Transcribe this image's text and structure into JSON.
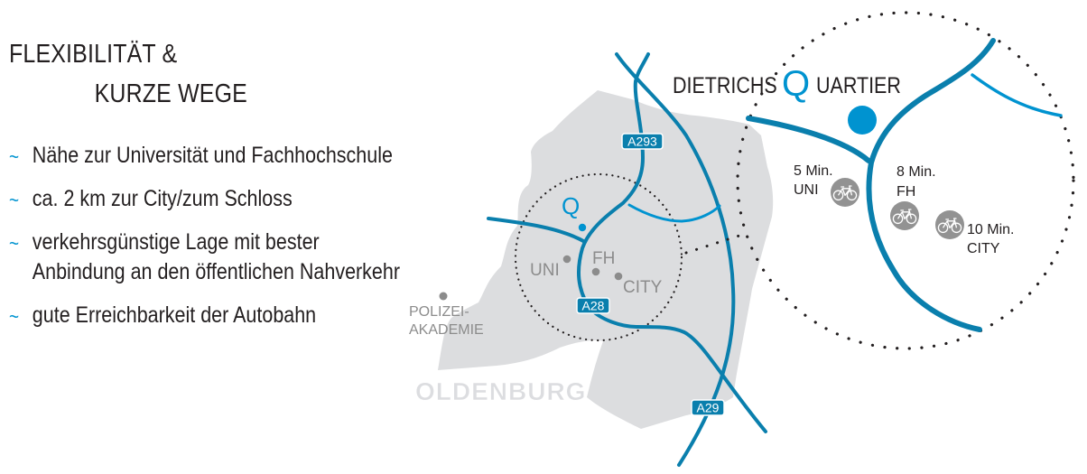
{
  "heading": {
    "line1": "FLEXIBILITÄT &",
    "line2": "KURZE WEGE"
  },
  "bullets": [
    {
      "marker": "~",
      "text": "Nähe zur Universität und Fachhochschule"
    },
    {
      "marker": "~",
      "text": "ca. 2 km zur City/zum Schloss"
    },
    {
      "marker": "~",
      "text": "verkehrsgünstige Lage mit bester",
      "text2": "Anbindung an den öffentlichen Nahverkehr"
    },
    {
      "marker": "~",
      "text": "gute Erreichbarkeit der Autobahn"
    }
  ],
  "city_map": {
    "city_name": "OLDENBURG",
    "places": {
      "uni": "UNI",
      "fh": "FH",
      "city": "CITY",
      "police_line1": "POLIZEI-",
      "police_line2": "AKADEMIE"
    },
    "highways": {
      "a293": "A293",
      "a28": "A28",
      "a29": "A29"
    },
    "marker_letter": "Q"
  },
  "detail_map": {
    "brand_prefix": "DIETRICHS",
    "brand_q": "Q",
    "brand_suffix": "UARTIER",
    "destinations": [
      {
        "time": "5 Min.",
        "place": "UNI",
        "mode": "bicycle-icon"
      },
      {
        "time": "8 Min.",
        "place": "FH",
        "mode": "bicycle-icon"
      },
      {
        "time": "10 Min.",
        "place": "CITY",
        "mode": "bicycle-icon"
      }
    ]
  },
  "colors": {
    "road": "#0a7fad",
    "accent": "#0093d0",
    "city_area": "#dcdddf",
    "label_gray": "#8c8c8c",
    "bike_circle": "#929292",
    "text": "#231f20"
  }
}
